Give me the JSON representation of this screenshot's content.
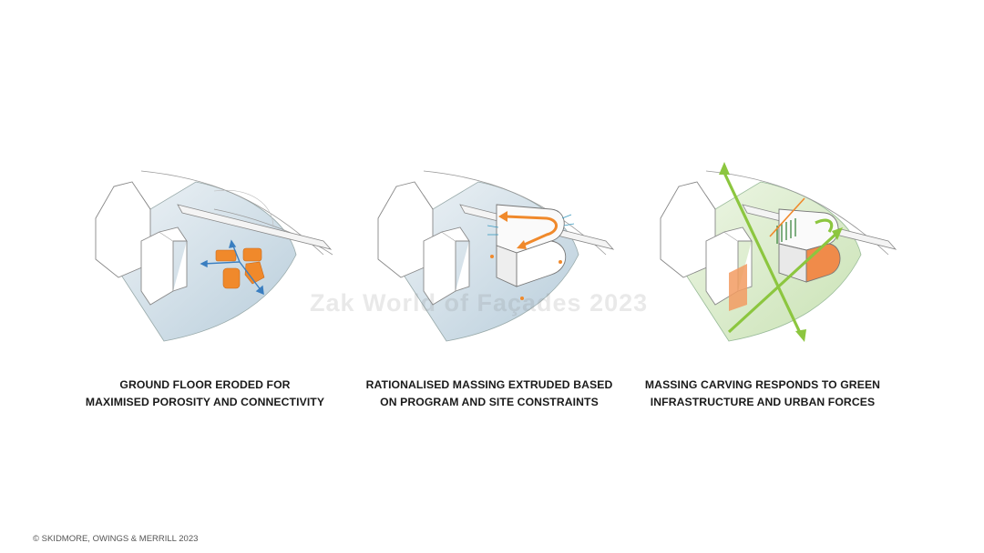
{
  "panels": [
    {
      "caption_lines": [
        "GROUND FLOOR ERODED FOR",
        "MAXIMISED POROSITY AND CONNECTIVITY"
      ]
    },
    {
      "caption_lines": [
        "RATIONALISED MASSING EXTRUDED BASED",
        "ON PROGRAM AND SITE CONSTRAINTS"
      ]
    },
    {
      "caption_lines": [
        "MASSING CARVING RESPONDS TO GREEN",
        "INFRASTRUCTURE AND URBAN FORCES"
      ]
    }
  ],
  "watermark": "Zak World of Façades 2023",
  "credit": "© SKIDMORE, OWINGS & MERRILL 2023",
  "colors": {
    "orange": "#f0892b",
    "green": "#8cc63f",
    "site_blue": "#c9d9e4",
    "line": "#8a8a8a",
    "arrow_blue": "#3a7ec0"
  }
}
